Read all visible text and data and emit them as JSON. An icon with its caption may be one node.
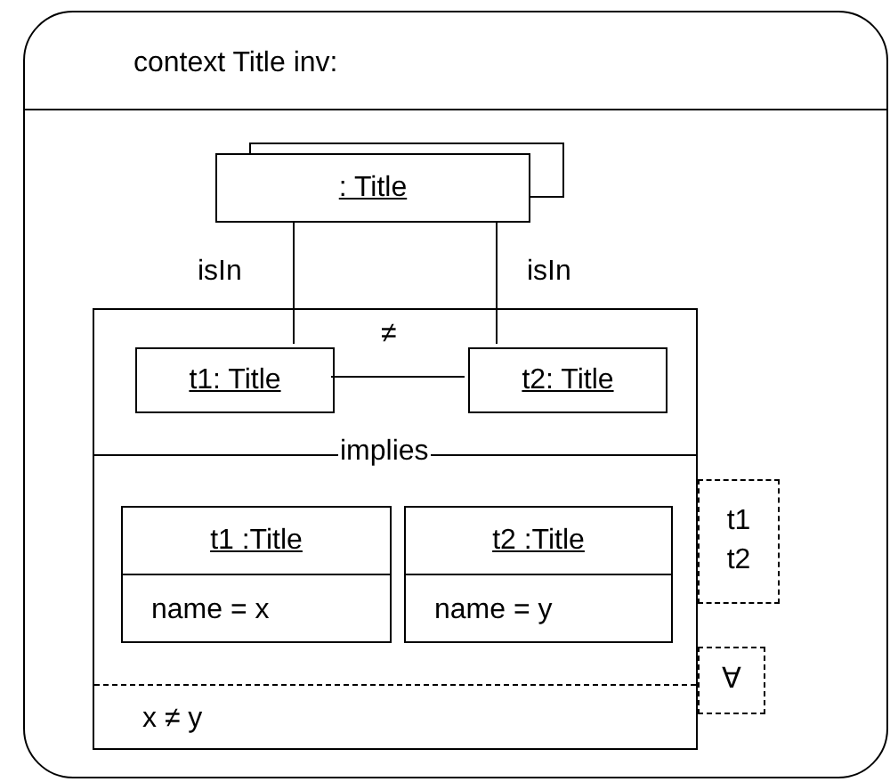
{
  "diagram": {
    "nodes": [
      {
        "text": [
          "context Title inv:"
        ]
      },
      {
        "text": [
          ": Title"
        ],
        "in": 0
      },
      {
        "text": [
          "implies",
          "x ≠ y"
        ],
        "in": 0
      },
      {
        "text": [
          "t1: Title"
        ],
        "in": 2
      },
      {
        "text": [
          "t2: Title"
        ],
        "in": 2
      },
      {
        "text": [
          "t1 :Title",
          "name = x"
        ],
        "in": 2
      },
      {
        "text": [
          "t2 :Title",
          "name = y"
        ],
        "in": 2
      },
      {
        "text": [
          "t1 t2"
        ],
        "in": 0
      },
      {
        "text": [
          "∀"
        ],
        "in": 0
      }
    ],
    "edges": [
      {
        "from": 1,
        "to": 3,
        "arrow": "none",
        "label": "isIn"
      },
      {
        "from": 1,
        "to": 4,
        "arrow": "none",
        "label": "isIn"
      },
      {
        "from": 3,
        "to": 4,
        "arrow": "none",
        "label": "≠"
      }
    ]
  }
}
